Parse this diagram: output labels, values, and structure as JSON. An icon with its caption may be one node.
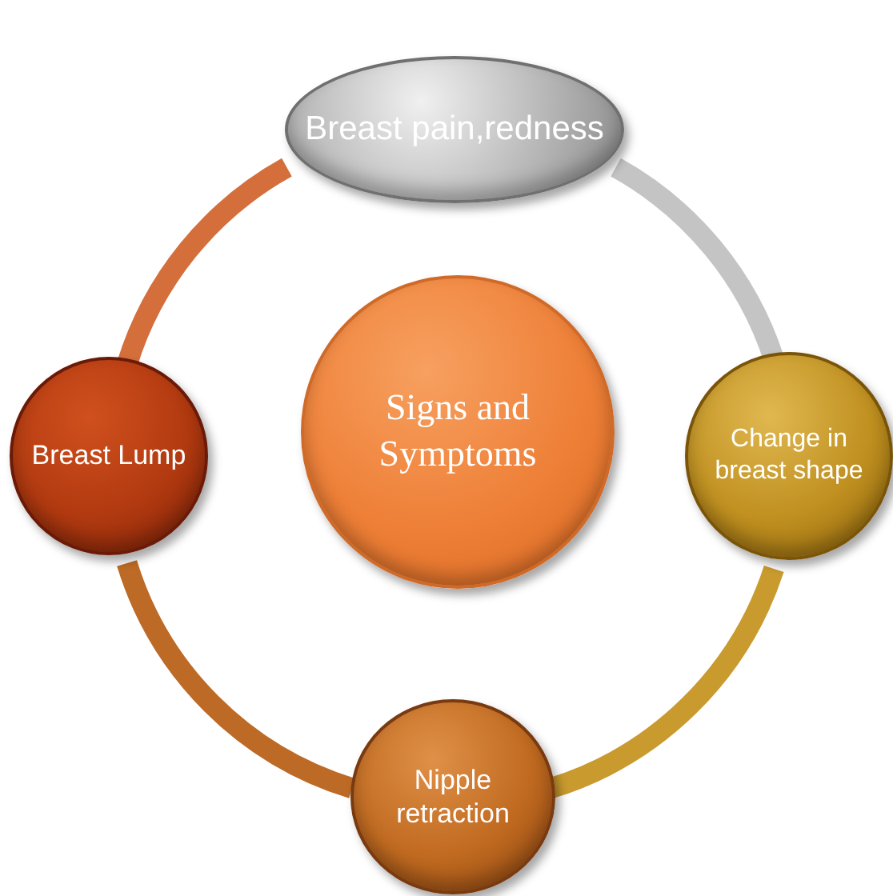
{
  "diagram": {
    "nodes": [
      {
        "text": [
          "Breast pain,redness"
        ]
      },
      {
        "text": [
          "Breast Lump"
        ]
      },
      {
        "text": [
          "Signs and Symptoms"
        ]
      },
      {
        "text": [
          "Change in breast shape"
        ]
      },
      {
        "text": [
          "Nipple retraction"
        ]
      }
    ],
    "edges": [
      {
        "from": 0,
        "to": 3,
        "arrow": "none",
        "color": "#c4c4c4"
      },
      {
        "from": 3,
        "to": 4,
        "arrow": "none",
        "color": "#c99a2e"
      },
      {
        "from": 4,
        "to": 1,
        "arrow": "none",
        "color": "#bd6a26"
      },
      {
        "from": 1,
        "to": 0,
        "arrow": "none",
        "color": "#d46f3c"
      }
    ]
  }
}
